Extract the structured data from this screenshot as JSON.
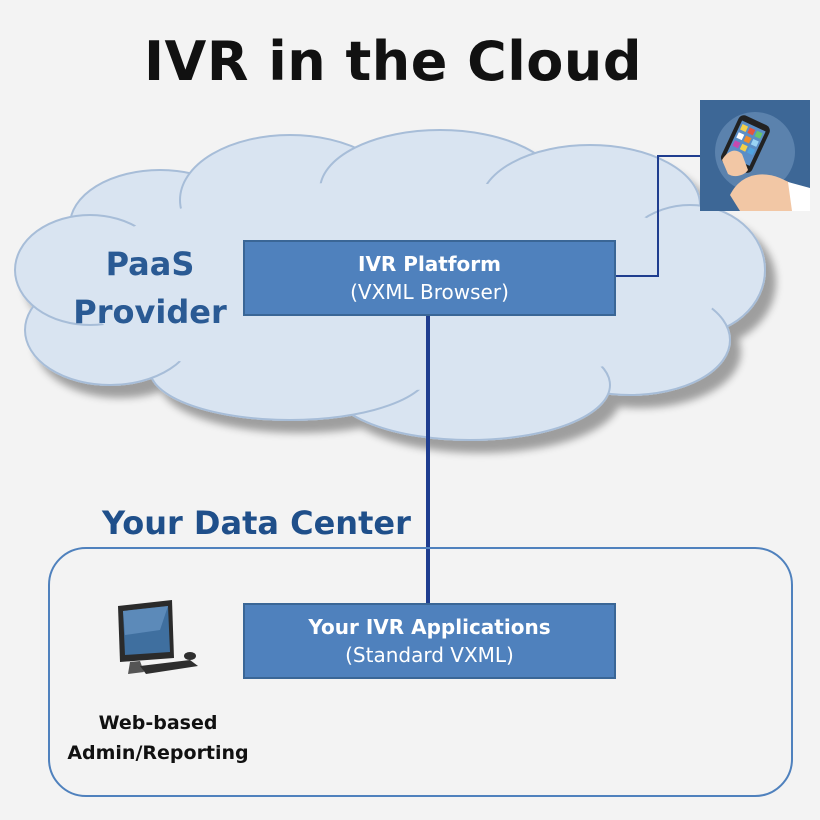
{
  "title": "IVR in the Cloud",
  "cloud": {
    "label_line1": "PaaS",
    "label_line2": "Provider"
  },
  "ivr_platform": {
    "title": "IVR Platform",
    "subtitle": "(VXML Browser)"
  },
  "data_center": {
    "title": "Your Data Center"
  },
  "ivr_applications": {
    "title": "Your IVR Applications",
    "subtitle": "(Standard VXML)"
  },
  "admin": {
    "label_line1": "Web-based",
    "label_line2": "Admin/Reporting"
  },
  "icons": {
    "phone": "smartphone-in-hand-icon",
    "computer": "desktop-computer-icon",
    "cloud": "cloud-shape"
  },
  "colors": {
    "box_fill": "#4f81bd",
    "box_border": "#3a6696",
    "cloud_fill": "#d9e4f1",
    "cloud_stroke": "#a7bdd8",
    "connector": "#1f3d8f",
    "accent_text": "#2a5a94"
  }
}
